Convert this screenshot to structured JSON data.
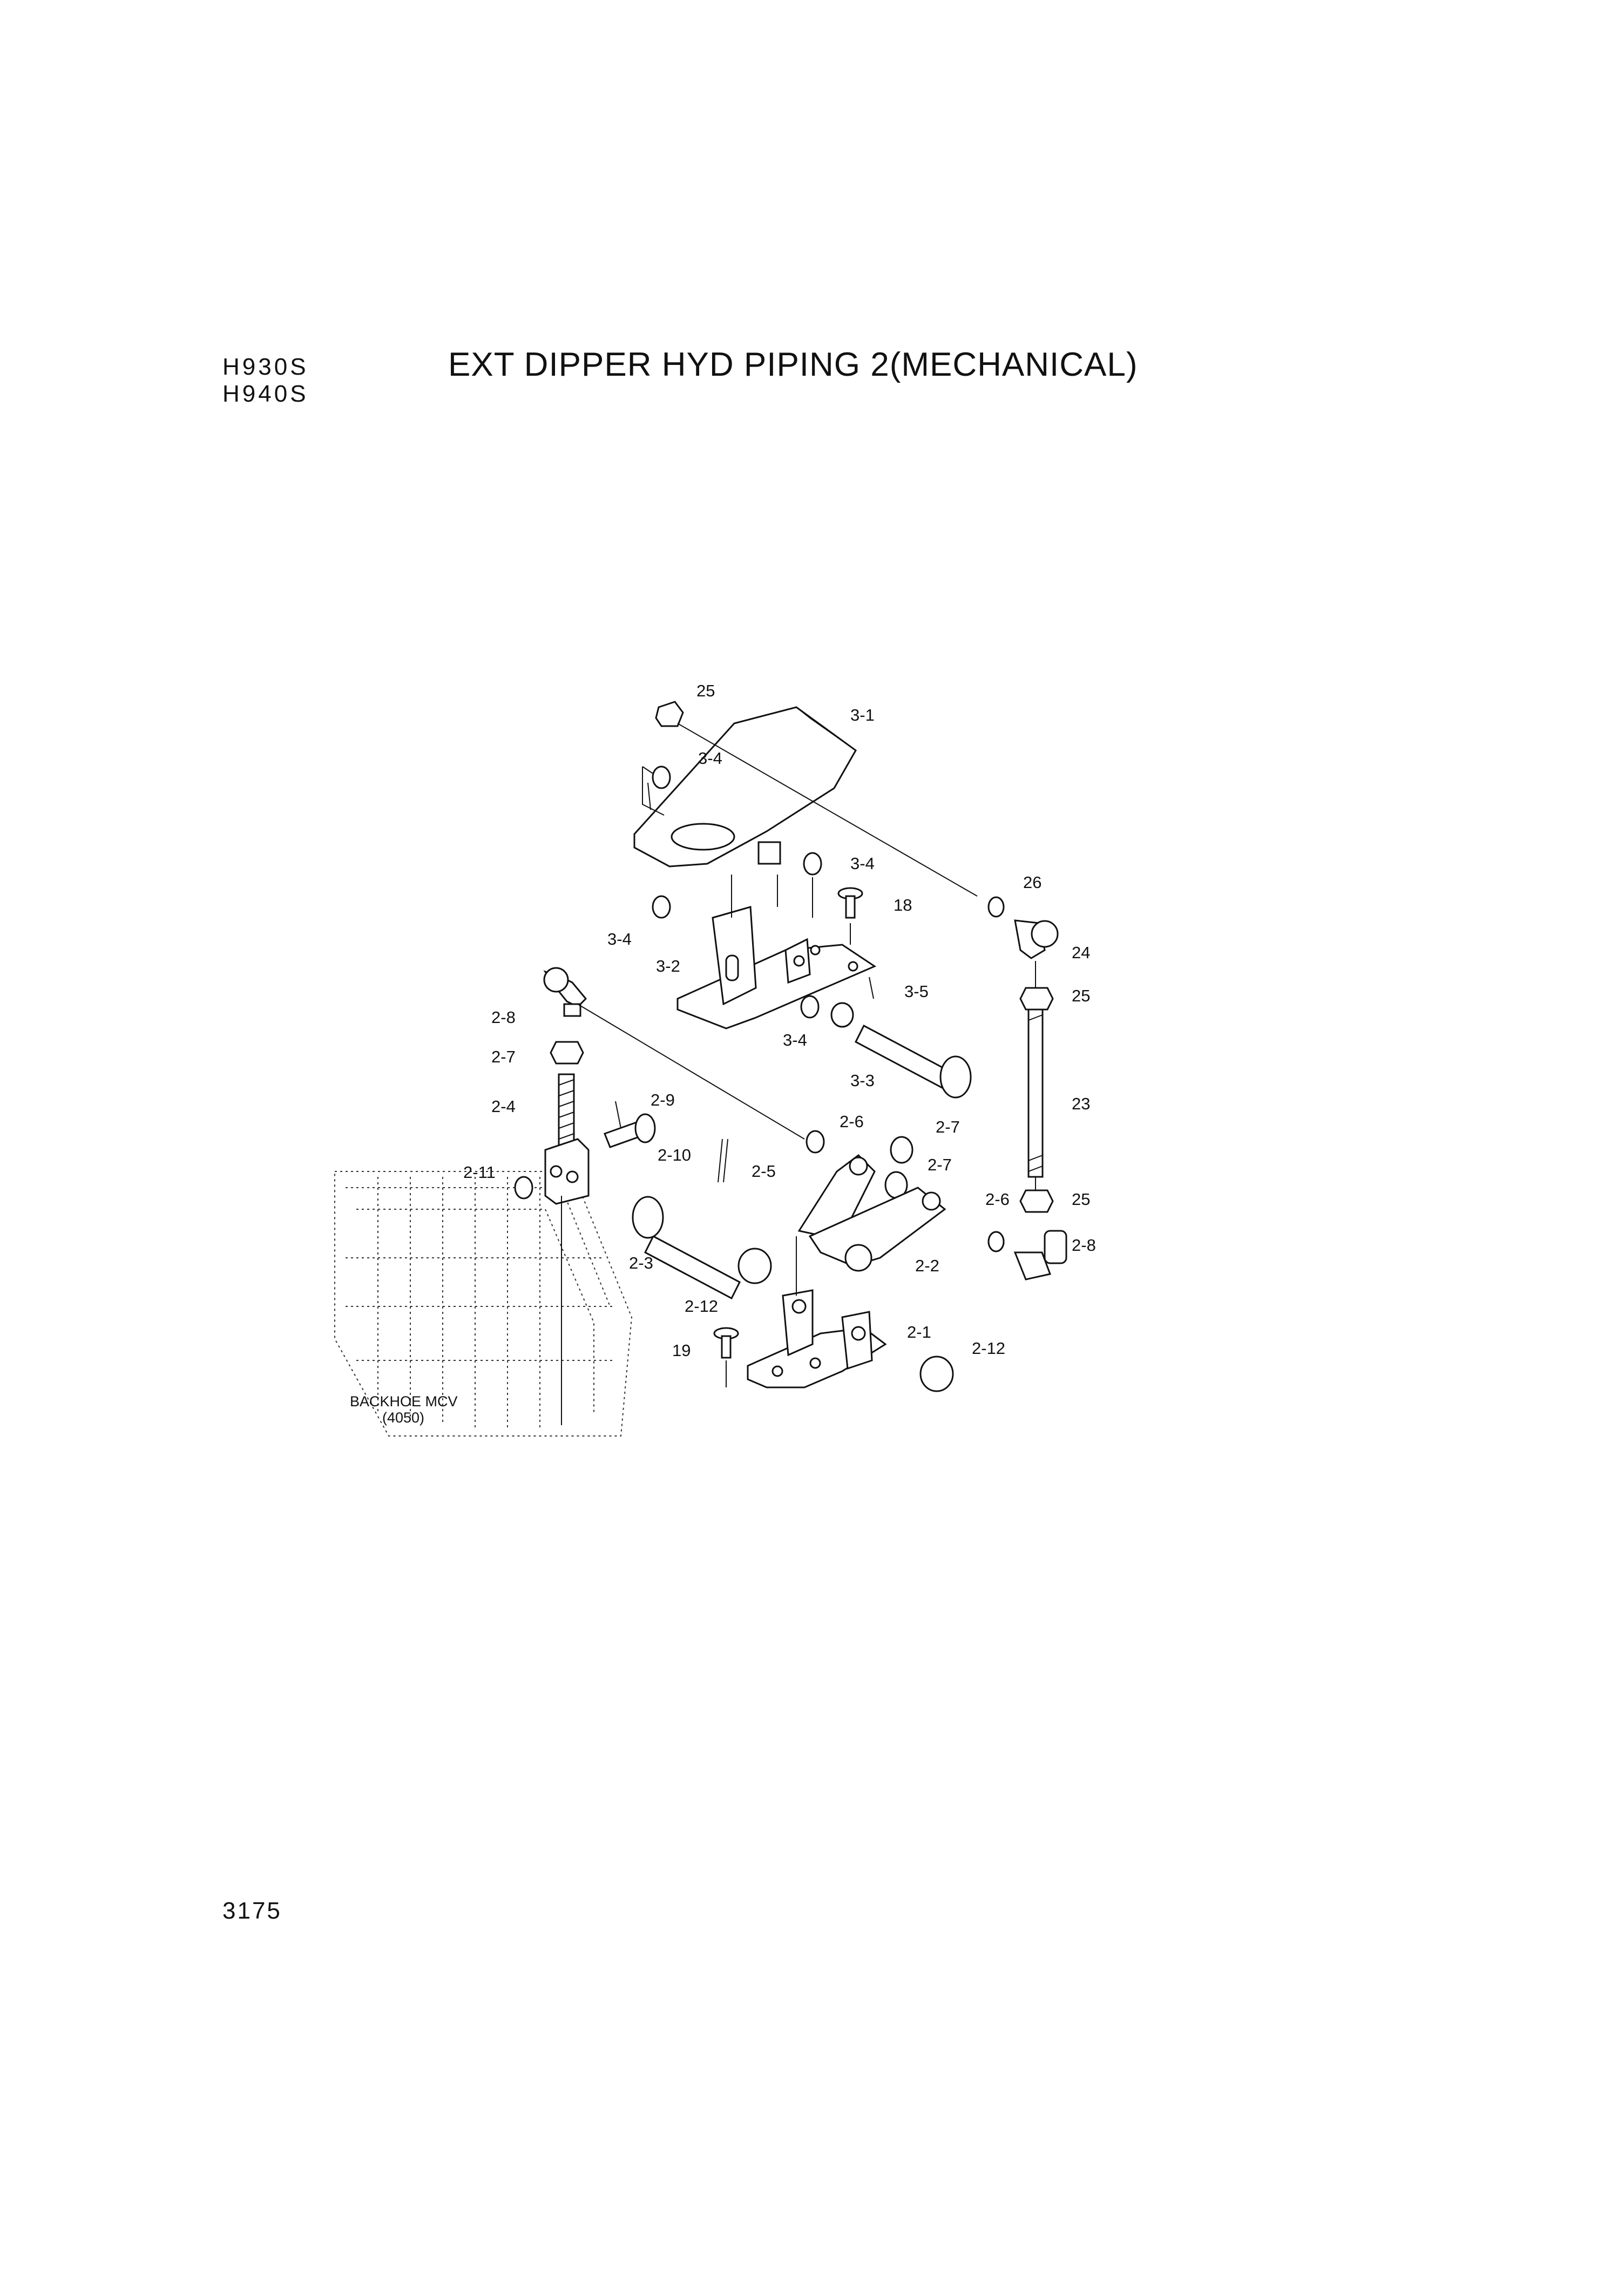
{
  "header": {
    "models": [
      "H930S",
      "H940S"
    ],
    "title": "EXT DIPPER HYD PIPING 2(MECHANICAL)"
  },
  "diagram": {
    "callouts": [
      "25",
      "3-1",
      "3-4",
      "3-4",
      "26",
      "18",
      "3-4",
      "24",
      "3-2",
      "3-5",
      "25",
      "2-8",
      "3-4",
      "2-7",
      "3-3",
      "23",
      "2-4",
      "2-9",
      "2-6",
      "2-7",
      "2-10",
      "2-7",
      "2-11",
      "2-5",
      "2-6",
      "25",
      "2-8",
      "2-3",
      "2-2",
      "2-12",
      "2-1",
      "19",
      "2-12"
    ],
    "reference_label": "BACKHOE MCV",
    "reference_number": "(4050)"
  },
  "footer": {
    "page_number": "3175"
  }
}
